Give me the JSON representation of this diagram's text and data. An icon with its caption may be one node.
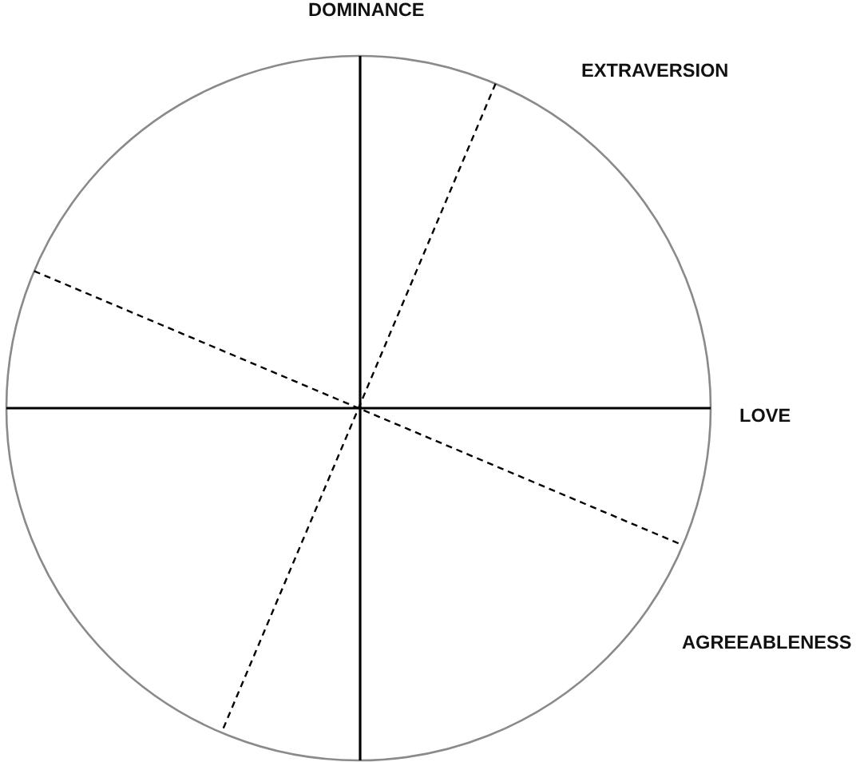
{
  "diagram": {
    "labels": [
      "DOMINANCE",
      "EXTRAVERSION",
      "LOVE",
      "AGREEABLENESS"
    ]
  }
}
